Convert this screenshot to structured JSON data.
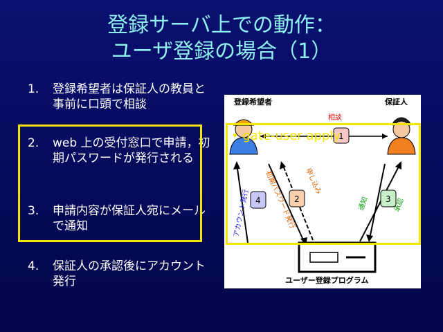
{
  "title": {
    "line1": "登録サーバ上での動作：",
    "line2": "ユーザ登録の場合（1）"
  },
  "list": [
    {
      "num": "1.",
      "text": "登録希望者は保証人の教員と事前に口頭で相談"
    },
    {
      "num": "2.",
      "text": "web 上の受付窓口で申請，初期パスワードが発行される"
    },
    {
      "num": "3.",
      "text": "申請内容が保証人宛にメールで通知"
    },
    {
      "num": "4.",
      "text": "保証人の承認後にアカウント発行"
    }
  ],
  "diagram": {
    "applicant_label": "登録希望者",
    "guarantor_label": "保証人",
    "consult_label": "相談",
    "program_label": "ユーザー登録プログラム",
    "arrow_issue_account": "アカウント発行",
    "arrow_request": "申し込み",
    "arrow_password": "初期パスワード発行",
    "arrow_notify": "通知",
    "arrow_approve": "承認",
    "step1": "1",
    "step2": "2",
    "step3": "3",
    "step4": "4"
  },
  "overlay": {
    "bullet": "•",
    "text": "gate-user apply"
  },
  "colors": {
    "title": "#8ff0f0",
    "highlight": "#f2e600",
    "background": "#050a5a"
  }
}
